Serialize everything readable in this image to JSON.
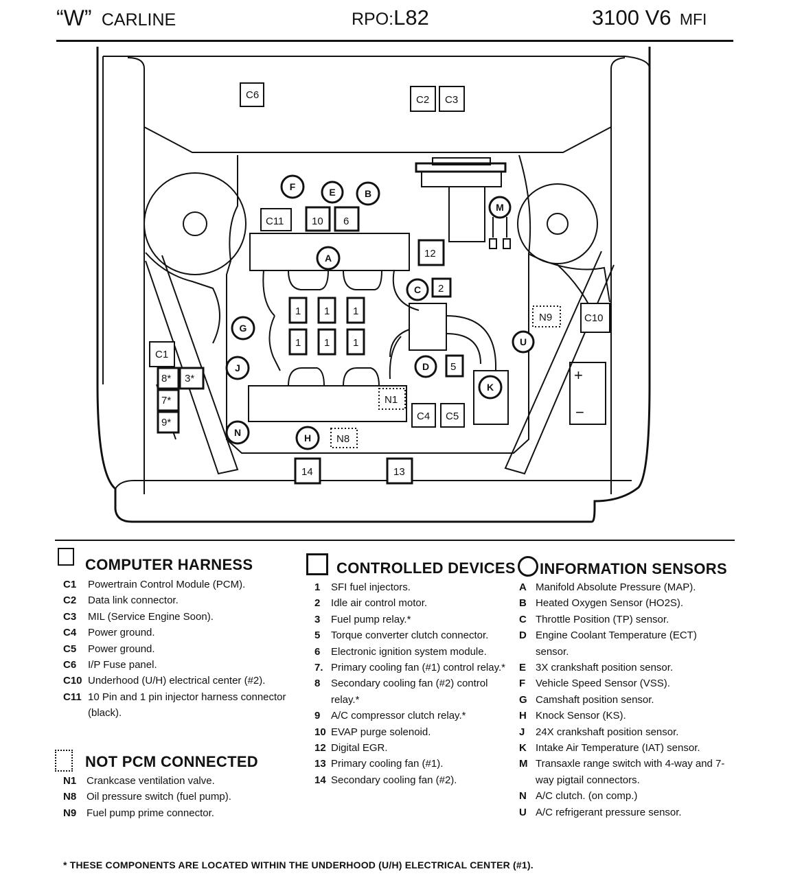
{
  "header": {
    "carline_quote": "“W”",
    "carline_label": "CARLINE",
    "rpo_prefix": "RPO:",
    "rpo_code": "L82",
    "engine_main": "3100 V6",
    "engine_suffix": "MFI"
  },
  "diagram": {
    "boxes": {
      "c6": "C6",
      "c2": "C2",
      "c3": "C3",
      "c11": "C11",
      "b10": "10",
      "b6": "6",
      "b12": "12",
      "b2": "2",
      "b5": "5",
      "c4": "C4",
      "c5": "C5",
      "c1": "C1",
      "b8": "8*",
      "b3": "3*",
      "b7": "7*",
      "b9": "9*",
      "b14": "14",
      "b13": "13",
      "c10": "C10",
      "inj": "1"
    },
    "dotted": {
      "n1": "N1",
      "n8": "N8",
      "n9": "N9"
    },
    "circles": {
      "f": "F",
      "e": "E",
      "b": "B",
      "m": "M",
      "a": "A",
      "c": "C",
      "g": "G",
      "j": "J",
      "d": "D",
      "k": "K",
      "u": "U",
      "n": "N",
      "h": "H"
    },
    "battery": {
      "plus": "+",
      "minus": "−"
    }
  },
  "legend": {
    "computer_harness": {
      "title": "COMPUTER HARNESS",
      "items": [
        {
          "key": "C1",
          "text": "Powertrain Control Module (PCM)."
        },
        {
          "key": "C2",
          "text": "Data link connector."
        },
        {
          "key": "C3",
          "text": "MIL (Service Engine Soon)."
        },
        {
          "key": "C4",
          "text": "Power ground."
        },
        {
          "key": "C5",
          "text": "Power ground."
        },
        {
          "key": "C6",
          "text": "I/P Fuse panel."
        },
        {
          "key": "C10",
          "text": "Underhood (U/H) electrical center (#2)."
        },
        {
          "key": "C11",
          "text": "10 Pin and 1 pin injector harness connector (black)."
        }
      ]
    },
    "not_pcm": {
      "title": "NOT PCM CONNECTED",
      "items": [
        {
          "key": "N1",
          "text": "Crankcase ventilation valve."
        },
        {
          "key": "N8",
          "text": "Oil pressure switch (fuel pump)."
        },
        {
          "key": "N9",
          "text": "Fuel pump prime connector."
        }
      ]
    },
    "controlled_devices": {
      "title": "CONTROLLED DEVICES",
      "items": [
        {
          "key": "1",
          "text": "SFI fuel injectors."
        },
        {
          "key": "2",
          "text": "Idle air control motor."
        },
        {
          "key": "3",
          "text": "Fuel pump relay.*"
        },
        {
          "key": "5",
          "text": "Torque converter clutch connector."
        },
        {
          "key": "6",
          "text": "Electronic ignition system module."
        },
        {
          "key": "7.",
          "text": "Primary cooling fan (#1) control relay.*"
        },
        {
          "key": "8",
          "text": "Secondary cooling fan (#2) control relay.*"
        },
        {
          "key": "9",
          "text": "A/C compressor clutch relay.*"
        },
        {
          "key": "10",
          "text": "EVAP purge solenoid."
        },
        {
          "key": "12",
          "text": "Digital EGR."
        },
        {
          "key": "13",
          "text": "Primary cooling fan (#1)."
        },
        {
          "key": "14",
          "text": "Secondary cooling fan (#2)."
        }
      ]
    },
    "information_sensors": {
      "title": "INFORMATION SENSORS",
      "items": [
        {
          "key": "A",
          "text": "Manifold Absolute Pressure (MAP)."
        },
        {
          "key": "B",
          "text": "Heated Oxygen Sensor (HO2S)."
        },
        {
          "key": "C",
          "text": "Throttle Position (TP) sensor."
        },
        {
          "key": "D",
          "text": "Engine Coolant Temperature (ECT) sensor."
        },
        {
          "key": "E",
          "text": "3X crankshaft position sensor."
        },
        {
          "key": "F",
          "text": "Vehicle Speed Sensor (VSS)."
        },
        {
          "key": "G",
          "text": "Camshaft position sensor."
        },
        {
          "key": "H",
          "text": "Knock Sensor (KS)."
        },
        {
          "key": "J",
          "text": "24X crankshaft position sensor."
        },
        {
          "key": "K",
          "text": "Intake Air Temperature (IAT) sensor."
        },
        {
          "key": "M",
          "text": "Transaxle range switch with 4-way and 7-way pigtail connectors."
        },
        {
          "key": "N",
          "text": "A/C clutch. (on comp.)"
        },
        {
          "key": "U",
          "text": "A/C refrigerant pressure sensor."
        }
      ]
    }
  },
  "footnote": "*   THESE COMPONENTS ARE LOCATED WITHIN THE UNDERHOOD (U/H) ELECTRICAL CENTER (#1)."
}
